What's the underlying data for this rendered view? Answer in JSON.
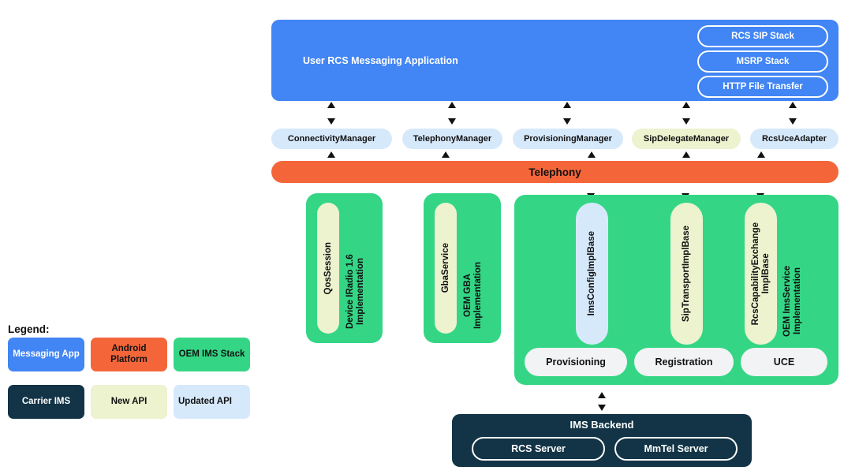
{
  "diagram": {
    "app_block": {
      "title": "User RCS Messaging Application",
      "color": "#4285F4",
      "stacks": [
        {
          "label": "RCS SIP Stack"
        },
        {
          "label": "MSRP Stack"
        },
        {
          "label": "HTTP File Transfer"
        }
      ]
    },
    "managers": [
      {
        "label": "ConnectivityManager",
        "kind": "updated-api",
        "color": "#D6E9FB"
      },
      {
        "label": "TelephonyManager",
        "kind": "updated-api",
        "color": "#D6E9FB"
      },
      {
        "label": "ProvisioningManager",
        "kind": "updated-api",
        "color": "#D6E9FB"
      },
      {
        "label": "SipDelegateManager",
        "kind": "new-api",
        "color": "#EDF2CF"
      },
      {
        "label": "RcsUceAdapter",
        "kind": "updated-api",
        "color": "#D6E9FB"
      }
    ],
    "platform_bar": {
      "label": "Telephony",
      "color": "#F4663A"
    },
    "oem_blocks": [
      {
        "name": "qos",
        "label": "Device IRadio 1.6\nImplementation",
        "color": "#34D685",
        "pills": [
          {
            "label": "QosSession",
            "kind": "new-api",
            "color": "#EDF2CF"
          }
        ],
        "services": []
      },
      {
        "name": "gba",
        "label": "OEM GBA\nImplementation",
        "color": "#34D685",
        "pills": [
          {
            "label": "GbaService",
            "kind": "new-api",
            "color": "#EDF2CF"
          }
        ],
        "services": []
      },
      {
        "name": "imsservice",
        "label": "OEM ImsService\nImplementation",
        "color": "#34D685",
        "pills": [
          {
            "label": "ImsConfigImplBase",
            "kind": "updated-api",
            "color": "#D6E9FB"
          },
          {
            "label": "SipTransportImplBase",
            "kind": "new-api",
            "color": "#EDF2CF"
          },
          {
            "label": "RcsCapabilityExchange\nImplBase",
            "kind": "new-api",
            "color": "#EDF2CF"
          }
        ],
        "services": [
          {
            "label": "Provisioning"
          },
          {
            "label": "Registration"
          },
          {
            "label": "UCE"
          }
        ]
      }
    ],
    "ims_backend": {
      "title": "IMS Backend",
      "color": "#123446",
      "servers": [
        {
          "label": "RCS Server"
        },
        {
          "label": "MmTel Server"
        }
      ]
    },
    "legend": {
      "title": "Legend:",
      "items": [
        {
          "label": "Messaging\nApp",
          "color": "#4285F4"
        },
        {
          "label": "Android\nPlatform",
          "color": "#F4663A"
        },
        {
          "label": "OEM IMS\nStack",
          "color": "#34D685"
        },
        {
          "label": "Carrier IMS",
          "color": "#123446"
        },
        {
          "label": "New API",
          "color": "#EDF2CF"
        },
        {
          "label": "Updated\nAPI",
          "color": "#D6E9FB"
        }
      ]
    }
  }
}
